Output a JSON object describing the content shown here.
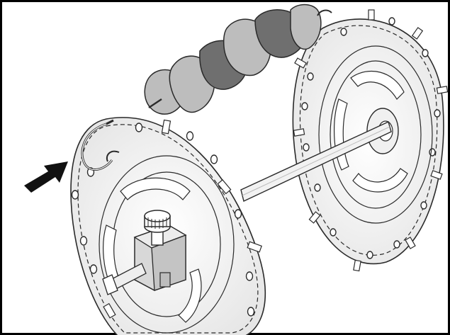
{
  "colors": {
    "ink": "#2a2a2a",
    "disc_fill": "#f4f4f4",
    "disc_shadow": "#e2e2e2",
    "food_light": "#bdbdbd",
    "food_mid": "#9a9a9a",
    "food_dark": "#6f6f6f",
    "bracket": "#d8d8d8",
    "arrow": "#111111",
    "frame": "#000000"
  },
  "icons": {
    "pointer": "arrow-right-icon",
    "fastener": "thumb-screw-icon",
    "hook": "skewer-hook-icon"
  },
  "food_pieces": [
    {
      "shade": "food_light"
    },
    {
      "shade": "food_light"
    },
    {
      "shade": "food_dark"
    },
    {
      "shade": "food_light"
    },
    {
      "shade": "food_dark"
    },
    {
      "shade": "food_light"
    }
  ]
}
